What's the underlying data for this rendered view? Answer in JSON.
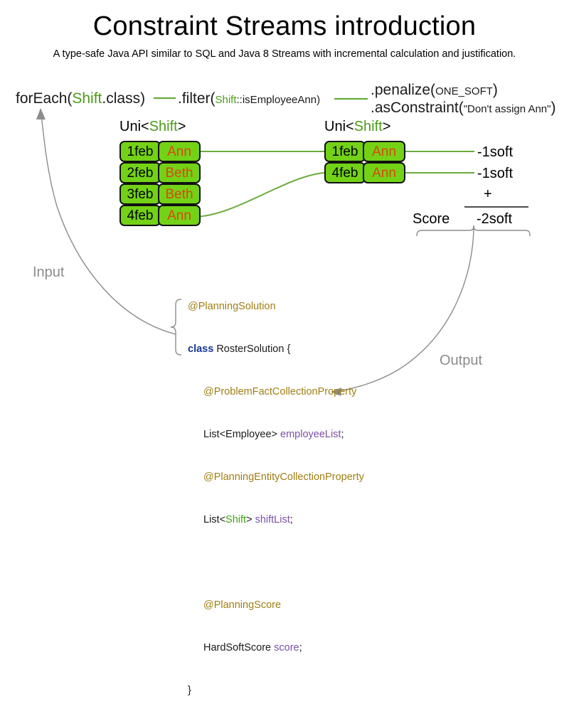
{
  "header": {
    "title": "Constraint Streams introduction",
    "subtitle": "A type-safe Java API similar to SQL and Java 8 Streams with incremental calculation and justification."
  },
  "pipeline": {
    "for_each": {
      "method": "forEach(",
      "type": "Shift",
      "tail": ".class)"
    },
    "filter": {
      "method": ".filter(",
      "arg": "Shift",
      "arg_tail": "::isEmployeeAnn)"
    },
    "penalize": {
      "method": ".penalize(",
      "arg": "ONE_SOFT",
      "tail": ")"
    },
    "as_constraint": {
      "method": ".asConstraint(",
      "arg": "\"Don't assign Ann\"",
      "tail": ")"
    }
  },
  "streams": {
    "left": {
      "label_prefix": "Uni<",
      "label_type": "Shift",
      "label_suffix": ">",
      "rows": [
        {
          "date": "1feb",
          "employee": "Ann"
        },
        {
          "date": "2feb",
          "employee": "Beth"
        },
        {
          "date": "3feb",
          "employee": "Beth"
        },
        {
          "date": "4feb",
          "employee": "Ann"
        }
      ]
    },
    "right": {
      "label_prefix": "Uni<",
      "label_type": "Shift",
      "label_suffix": ">",
      "rows": [
        {
          "date": "1feb",
          "employee": "Ann"
        },
        {
          "date": "4feb",
          "employee": "Ann"
        }
      ]
    }
  },
  "score": {
    "penalties": [
      "-1soft",
      "-1soft"
    ],
    "operator": "+",
    "label": "Score",
    "total": "-2soft"
  },
  "flow": {
    "input_label": "Input",
    "output_label": "Output"
  },
  "code": {
    "lines": [
      {
        "annotation": "@PlanningSolution"
      },
      {
        "keyword": "class",
        "rest": " RosterSolution {"
      },
      {
        "annotation": "@ProblemFactCollectionProperty",
        "indent": true
      },
      {
        "type": "List<Employee> ",
        "field": "employeeList",
        "tail": ";",
        "indent": true
      },
      {
        "annotation": "@PlanningEntityCollectionProperty",
        "indent": true
      },
      {
        "type_pre": "List<",
        "type_green": "Shift",
        "type_post": "> ",
        "field": "shiftList",
        "tail": ";",
        "indent": true
      },
      {
        "blank": true
      },
      {
        "annotation": "@PlanningScore",
        "indent": true
      },
      {
        "type": "HardSoftScore ",
        "field": "score",
        "tail": ";",
        "indent": true
      },
      {
        "close": "}"
      }
    ]
  },
  "colors": {
    "shift_box_fill": "#73d216",
    "shift_box_border": "#111111",
    "employee_text": "#d9480f",
    "type_green": "#4a9b18",
    "connector_green": "#6aab3c",
    "arrow_gray": "#8c8c8c",
    "annotation_gold": "#a07e14",
    "keyword_blue": "#16379c",
    "field_purple": "#7b4fa8"
  }
}
